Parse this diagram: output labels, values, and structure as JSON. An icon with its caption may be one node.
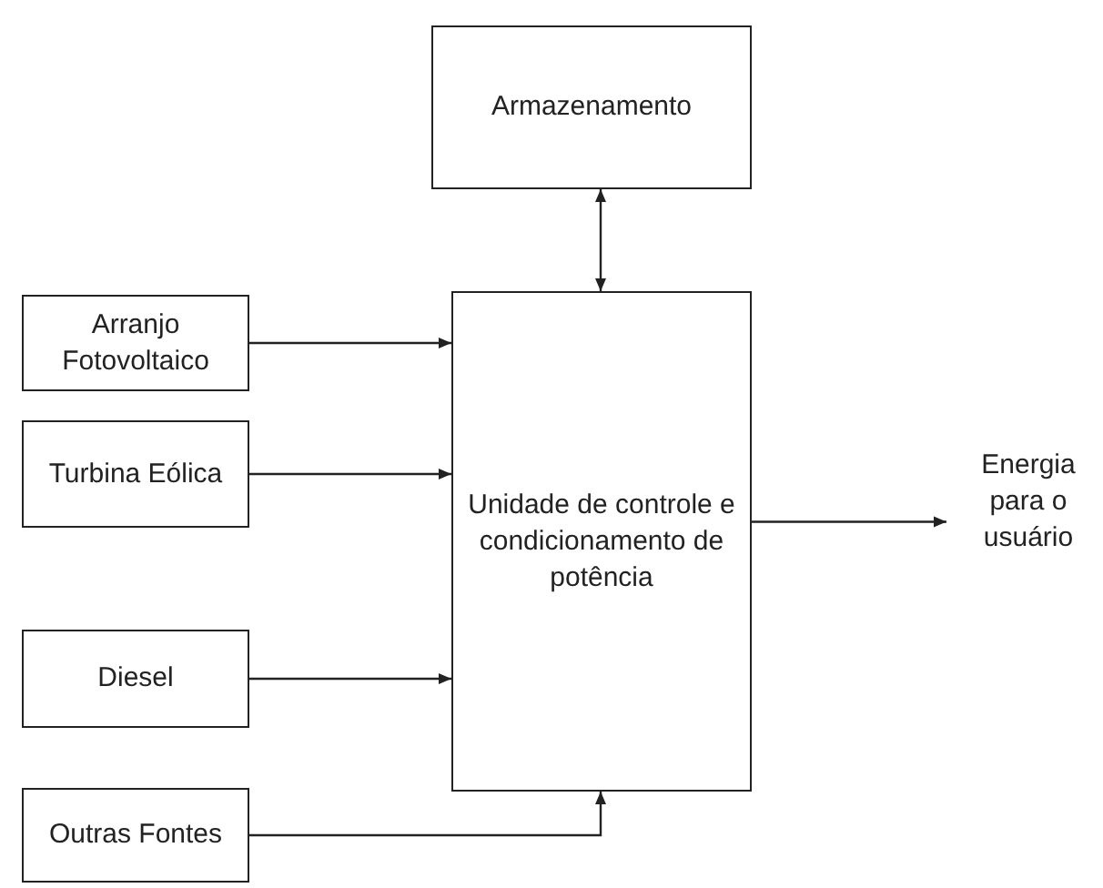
{
  "diagram": {
    "nodes": [
      {
        "text": [
          "Armazenamento"
        ]
      },
      {
        "text": [
          "Arranjo Fotovoltaico"
        ]
      },
      {
        "text": [
          "Unidade de controle e condicionamento de potência"
        ]
      },
      {
        "text": [
          "Turbina Eólica"
        ]
      },
      {
        "text": [
          "Energia para o usuário"
        ]
      },
      {
        "text": [
          "Diesel"
        ]
      },
      {
        "text": [
          "Outras Fontes"
        ]
      }
    ],
    "edges": [
      {
        "from": 0,
        "to": 2,
        "arrow": "both"
      },
      {
        "from": 1,
        "to": 2,
        "arrow": "to"
      },
      {
        "from": 3,
        "to": 2,
        "arrow": "to"
      },
      {
        "from": 2,
        "to": 4,
        "arrow": "to"
      },
      {
        "from": 5,
        "to": 2,
        "arrow": "to"
      },
      {
        "from": 6,
        "to": 2,
        "arrow": "to"
      }
    ]
  }
}
